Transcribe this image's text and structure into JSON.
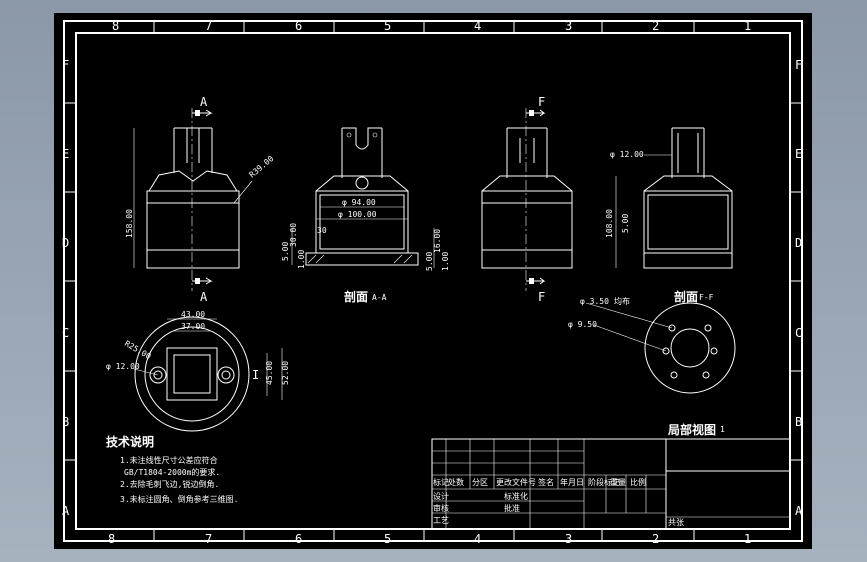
{
  "drawing": {
    "zones_top": [
      "8",
      "7",
      "6",
      "5",
      "4",
      "3",
      "2",
      "1"
    ],
    "zones_side": [
      "F",
      "E",
      "D",
      "C",
      "B",
      "A"
    ]
  },
  "views": {
    "front": {
      "section_mark_top": "A",
      "section_mark_bottom": "A",
      "dim_height": "158.00",
      "dim_radius": "R39.00"
    },
    "section_aa": {
      "caption": "剖面",
      "caption_suffix": "A-A",
      "dim_d94": "φ 94.00",
      "dim_d100": "φ 100.00",
      "dim_30": "30",
      "dim_left_1": "30.00",
      "dim_left_2": "5.00",
      "dim_left_3": "1.00",
      "dim_right_1": "16.00",
      "dim_right_2": "5.00",
      "dim_right_3": "1.00"
    },
    "side": {
      "section_mark_top": "F",
      "section_mark_bottom": "F"
    },
    "section_ff": {
      "caption": "剖面",
      "caption_suffix": "F-F",
      "dim_d12": "φ 12.00",
      "dim_108": "108.00",
      "dim_5": "5.00"
    },
    "top_view": {
      "dim_43": "43.00",
      "dim_37": "37.00",
      "dim_r25": "R25.00",
      "dim_d12": "φ 12.00",
      "dim_45": "45.00",
      "dim_52": "52.00",
      "mark_i": "I"
    },
    "bottom_view": {
      "dim_d350": "φ 3.50",
      "dim_d350_suffix": "均布",
      "dim_d950": "φ 9.50",
      "caption": "剖面",
      "caption_suffix": "F-F"
    }
  },
  "notes": {
    "heading": "技术说明",
    "items": [
      "1.未注线性尺寸公差应符合",
      "GB/T1804-2000m的要求.",
      "2.去除毛刺飞边,锐边倒角.",
      "3.未标注圆角、倒角参考三维图."
    ]
  },
  "title_block": {
    "part_name": "局部视图",
    "scale_mark": "1",
    "row_labels_left": [
      "标记",
      "处数",
      "分区",
      "更改文件号",
      "签名",
      "年月日"
    ],
    "mid_labels": [
      "阶段标记",
      "重量",
      "比例"
    ],
    "role_labels": [
      "设计",
      "审核",
      "工艺"
    ],
    "std_labels": [
      "标准化",
      "批准"
    ],
    "sheet_label": "共张"
  }
}
